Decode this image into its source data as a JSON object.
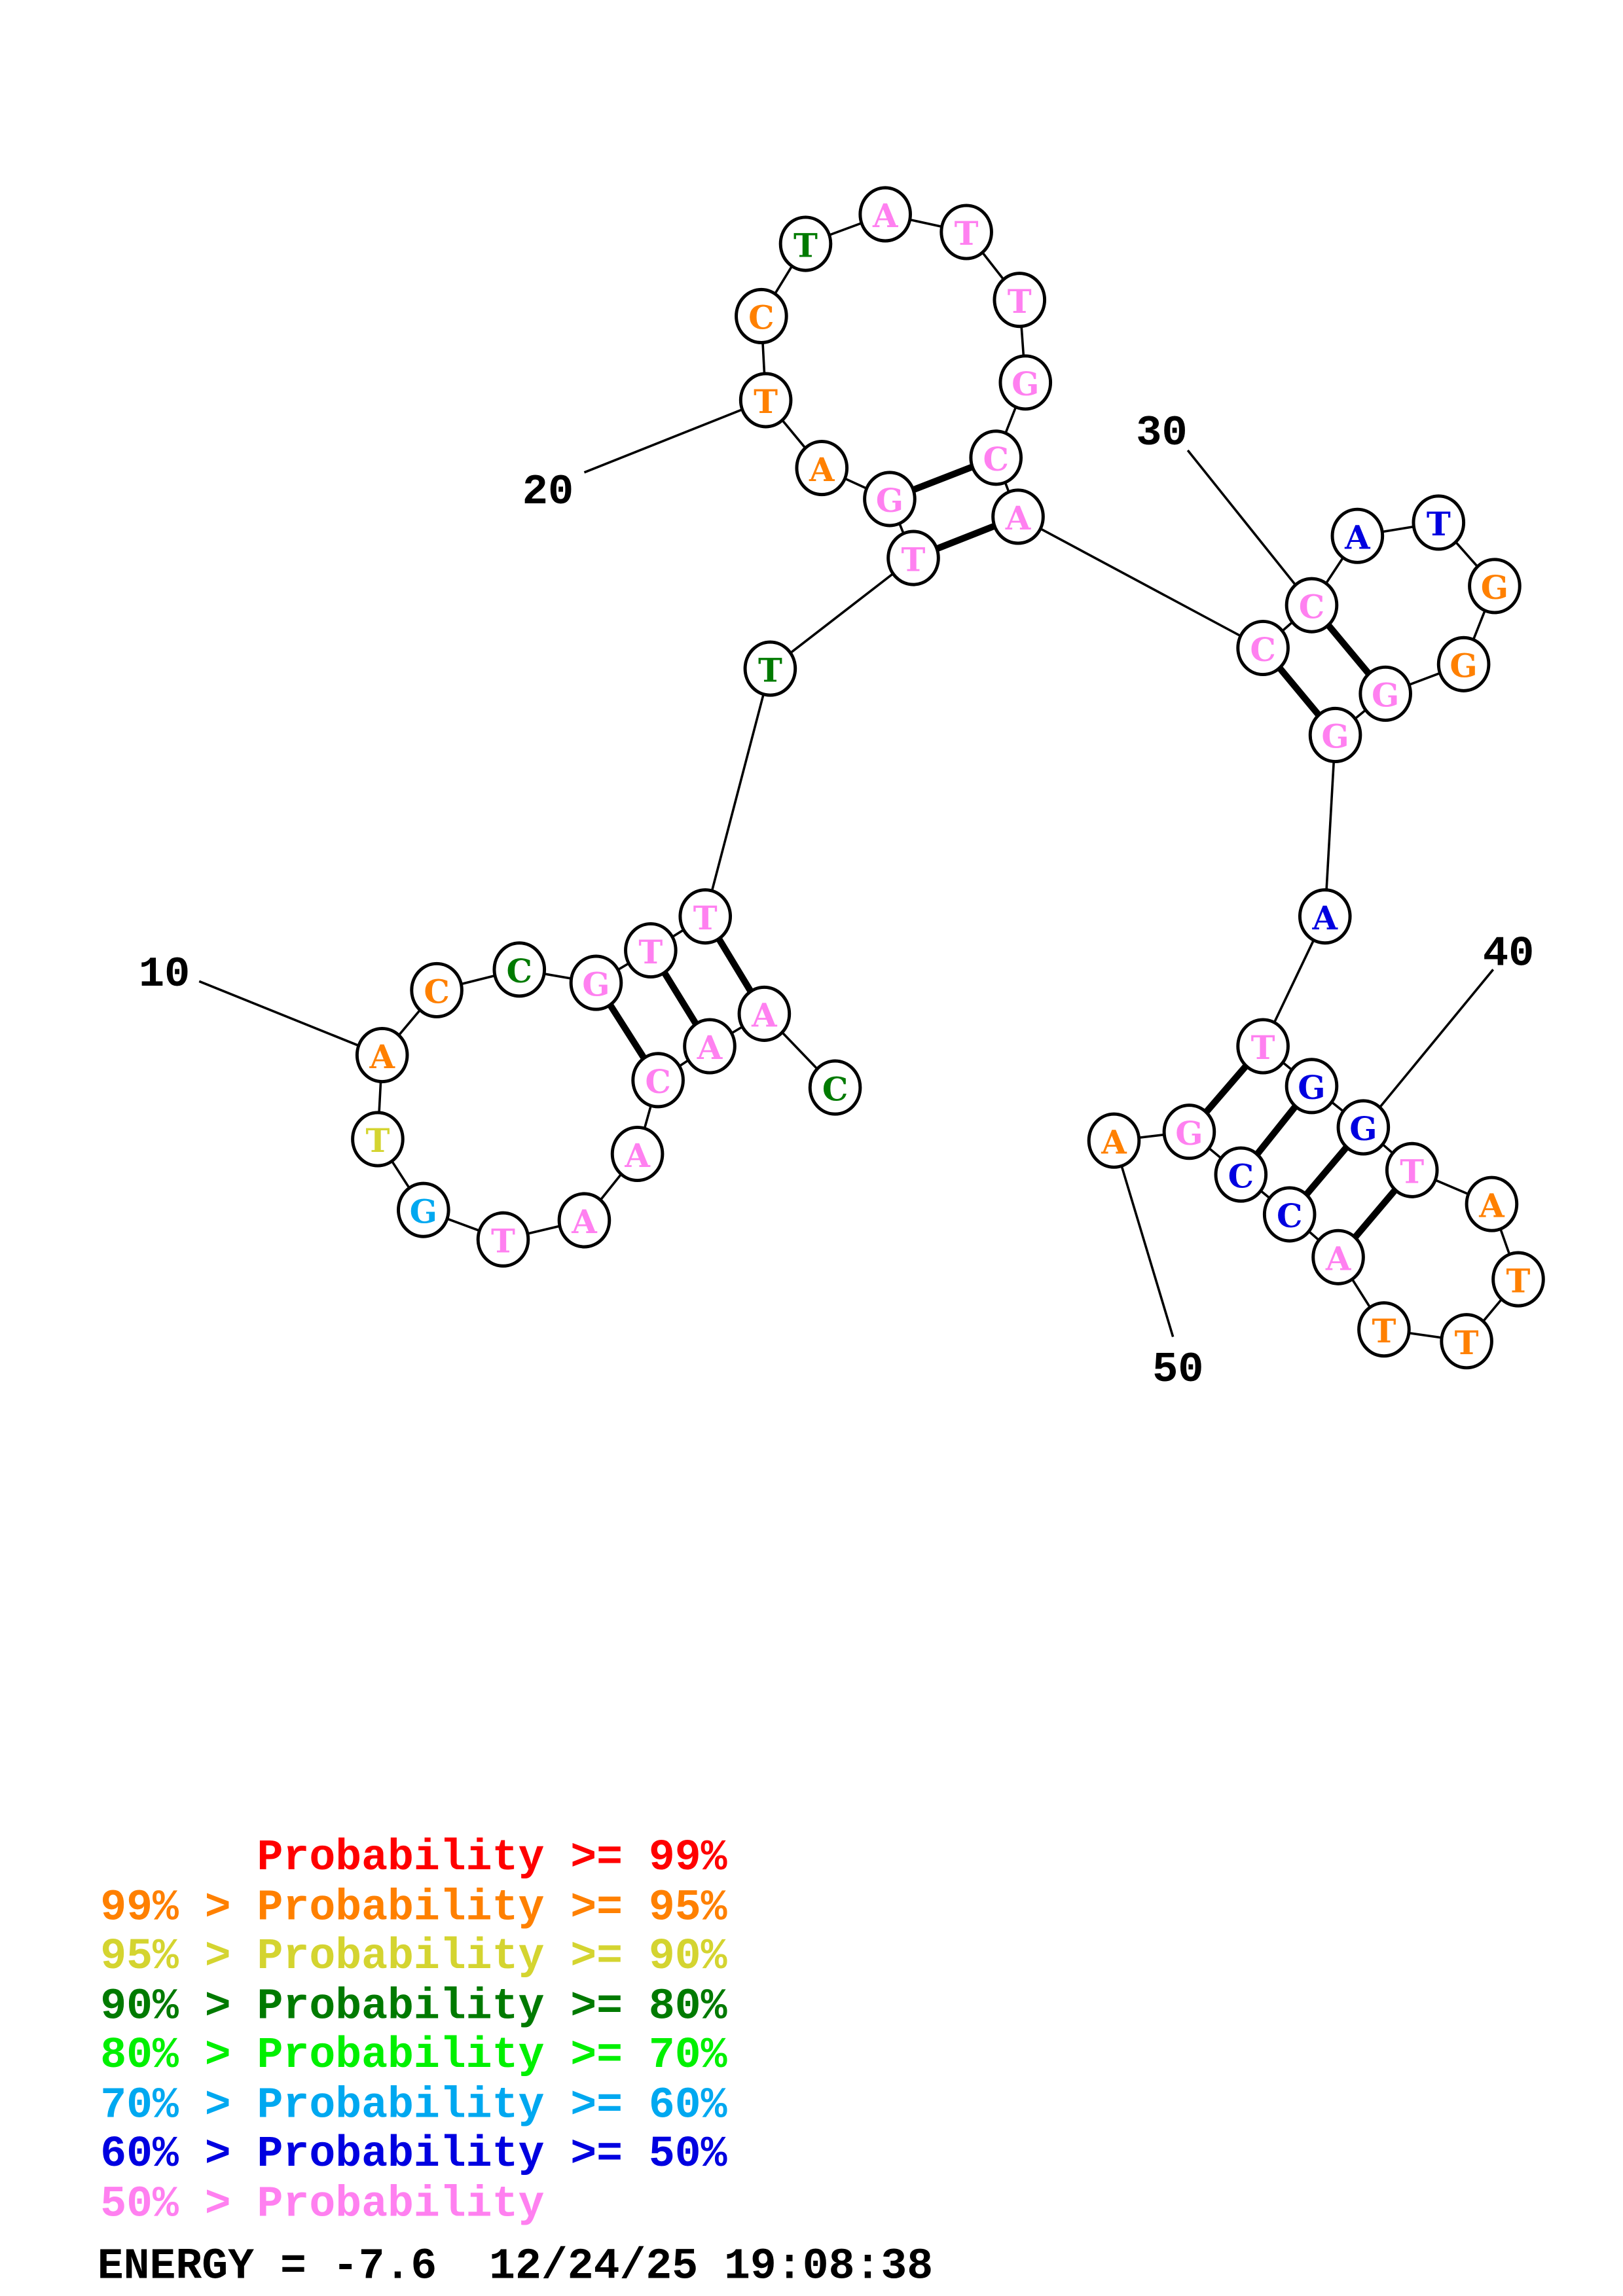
{
  "structure": {
    "sequence": [
      "C",
      "A",
      "A",
      "C",
      "A",
      "A",
      "T",
      "G",
      "T",
      "A",
      "C",
      "C",
      "G",
      "T",
      "T",
      "T",
      "T",
      "G",
      "A",
      "T",
      "C",
      "T",
      "A",
      "T",
      "T",
      "G",
      "C",
      "A",
      "C",
      "C",
      "A",
      "T",
      "G",
      "G",
      "G",
      "G",
      "A",
      "T",
      "G",
      "G",
      "T",
      "A",
      "T",
      "T",
      "T",
      "A",
      "C",
      "C",
      "G",
      "A"
    ],
    "probability_bins": [
      "p90",
      "p50",
      "p50",
      "p50",
      "p50",
      "p50",
      "p50",
      "p70",
      "p95",
      "p99",
      "p99",
      "p90",
      "p50",
      "p50",
      "p50",
      "p90",
      "p50",
      "p50",
      "p99",
      "p99",
      "p99",
      "p90",
      "p50",
      "p50",
      "p50",
      "p50",
      "p50",
      "p50",
      "p50",
      "p50",
      "p60",
      "p60",
      "p99",
      "p99",
      "p50",
      "p50",
      "p60",
      "p50",
      "p60",
      "p60",
      "p50",
      "p99",
      "p99",
      "p99",
      "p99",
      "p50",
      "p60",
      "p60",
      "p50",
      "p99"
    ],
    "pairs": [
      [
        2,
        15
      ],
      [
        3,
        14
      ],
      [
        4,
        13
      ],
      [
        17,
        28
      ],
      [
        18,
        27
      ],
      [
        29,
        36
      ],
      [
        30,
        35
      ],
      [
        38,
        49
      ],
      [
        39,
        48
      ],
      [
        40,
        47
      ],
      [
        41,
        46
      ]
    ],
    "position_labels": [
      "10",
      "20",
      "30",
      "40",
      "50"
    ]
  },
  "colors": {
    "p99plus": "#ff0000",
    "p99": "#ff8000",
    "p95": "#d4d430",
    "p90": "#007a00",
    "p80": "#00f000",
    "p70": "#00a8f0",
    "p60": "#0000e0",
    "p50": "#ff80f0"
  },
  "legend": [
    {
      "text": "      Probability >= 99%",
      "color_key": "p99plus"
    },
    {
      "text": "99% > Probability >= 95%",
      "color_key": "p99"
    },
    {
      "text": "95% > Probability >= 90%",
      "color_key": "p95"
    },
    {
      "text": "90% > Probability >= 80%",
      "color_key": "p90"
    },
    {
      "text": "80% > Probability >= 70%",
      "color_key": "p80"
    },
    {
      "text": "70% > Probability >= 60%",
      "color_key": "p70"
    },
    {
      "text": "60% > Probability >= 50%",
      "color_key": "p60"
    },
    {
      "text": "50% > Probability",
      "color_key": "p50"
    }
  ],
  "footer": {
    "energy_text": "ENERGY = -7.6  12/24/25 19:08:38"
  }
}
